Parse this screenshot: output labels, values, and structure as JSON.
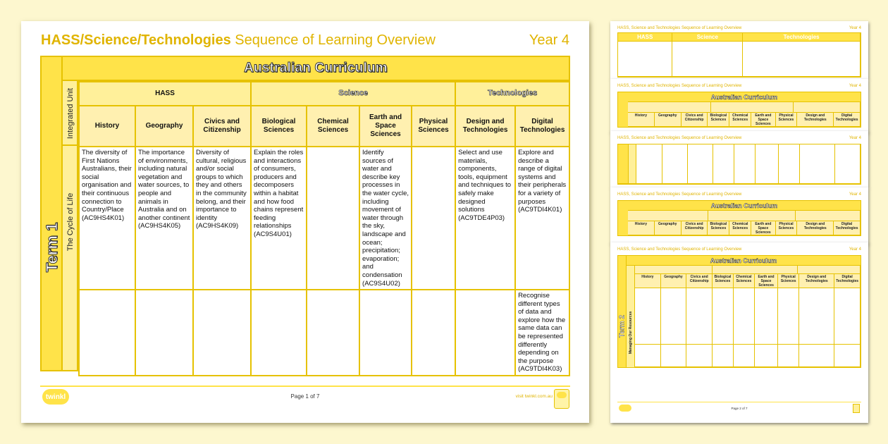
{
  "main_page": {
    "title_bold": "HASS/Science/Technologies",
    "title_rest": " Sequence of Learning Overview",
    "year": "Year 4",
    "banner": "Australian Curriculum",
    "term": "Term 1",
    "integrated_unit_label": "Integrated Unit",
    "unit_name": "The Cycle of Life",
    "groups": [
      {
        "label": "HASS",
        "span": 3
      },
      {
        "label": "Science",
        "span": 4
      },
      {
        "label": "Technologies",
        "span": 2
      }
    ],
    "columns": [
      "History",
      "Geography",
      "Civics and Citizenship",
      "Biological Sciences",
      "Chemical Sciences",
      "Earth and Space Sciences",
      "Physical Sciences",
      "Design and Technologies",
      "Digital Technologies"
    ],
    "rows": [
      [
        "The diversity of First Nations Australians, their social organisation and their continuous connection to Country/Place (AC9HS4K01)",
        "The importance of environments, including natural vegetation and water sources, to people and animals in Australia and on another continent (AC9HS4K05)",
        "Diversity of cultural, religious and/or social groups to which they and others in the community belong, and their importance to identity (AC9HS4K09)",
        "Explain the roles and interactions of consumers, producers and decomposers within a habitat and how food chains represent feeding relationships (AC9S4U01)",
        "",
        "Identify sources of water and describe key processes in the water cycle, including movement of water through the sky, landscape and ocean; precipitation; evaporation; and condensation (AC9S4U02)",
        "",
        "Select and use materials, components, tools, equipment and techniques to safely make designed solutions (AC9TDE4P03)",
        "Explore and describe a range of digital systems and their peripherals for a variety of purposes (AC9TDI4K01)"
      ],
      [
        "",
        "",
        "",
        "",
        "",
        "",
        "",
        "",
        "Recognise different types of data and explore how the same data can be represented differently depending on the purpose (AC9TDI4K03)"
      ]
    ],
    "footer": {
      "logo": "twinkl",
      "page": "Page 1 of 7",
      "site": "visit twinkl.com.au"
    }
  },
  "thumbnails": [
    {
      "title": "HASS, Science and Technologies Sequence of Learning Overview",
      "year": "Year 4",
      "headers": [
        "HASS",
        "Science",
        "Technologies"
      ]
    },
    {
      "title": "HASS, Science and Technologies Sequence of Learning Overview",
      "year": "Year 4",
      "banner": "Australian Curriculum"
    },
    {
      "title": "HASS, Science and Technologies Sequence of Learning Overview",
      "year": "Year 4"
    },
    {
      "title": "HASS, Science and Technologies Sequence of Learning Overview",
      "year": "Year 4",
      "banner": "Australian Curriculum"
    },
    {
      "title": "HASS, Science and Technologies Sequence of Learning Overview",
      "year": "Year 4",
      "banner": "Australian Curriculum",
      "term": "Term 2",
      "unit_name": "Managing Our Resources",
      "page": "Page 2 of 7"
    }
  ],
  "thumb_columns_short": [
    "History",
    "Geography",
    "Civics and Citizenship",
    "Biological Sciences",
    "Chemical Sciences",
    "Earth and Space Sciences",
    "Physical Sciences",
    "Design and Technologies",
    "Digital Technologies"
  ]
}
